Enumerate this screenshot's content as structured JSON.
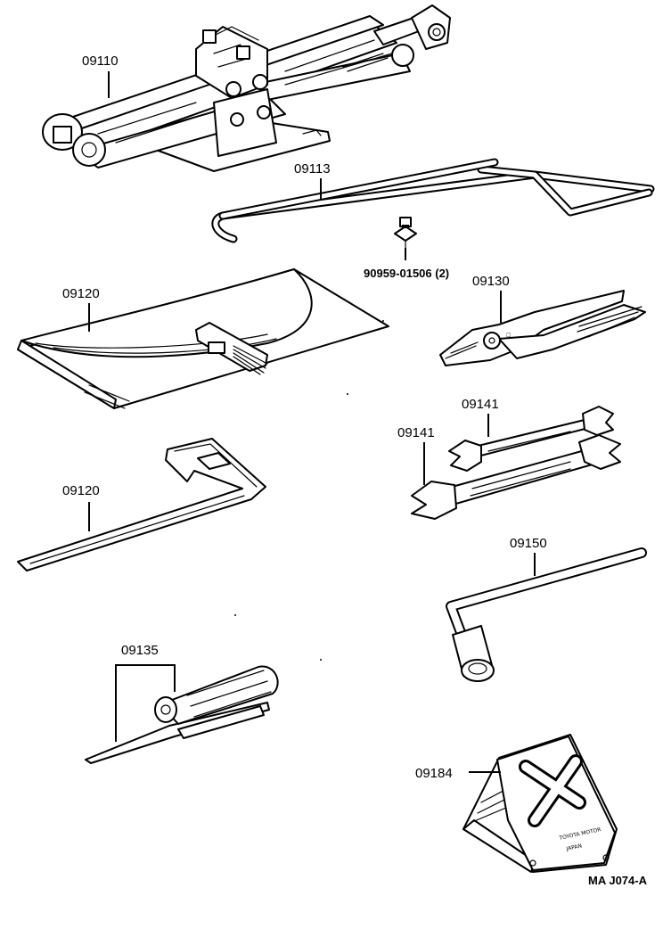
{
  "diagram_code": "MA J074-A",
  "parts": [
    {
      "id": "jack",
      "number": "09110"
    },
    {
      "id": "jack_handle",
      "number": "09113"
    },
    {
      "id": "clip",
      "number": "90959-01506 (2)"
    },
    {
      "id": "tool_bag",
      "number": "09120"
    },
    {
      "id": "bag_strap",
      "number": "09120"
    },
    {
      "id": "pliers",
      "number": "09130"
    },
    {
      "id": "wrench_small",
      "number": "09141"
    },
    {
      "id": "wrench_large",
      "number": "09141"
    },
    {
      "id": "lug_wrench",
      "number": "09150"
    },
    {
      "id": "screwdriver",
      "number": "09135"
    },
    {
      "id": "wheel_chock",
      "number": "09184"
    }
  ],
  "chock_marking": {
    "line1": "TOYOTA MOTOR",
    "line2": "JAPAN"
  }
}
